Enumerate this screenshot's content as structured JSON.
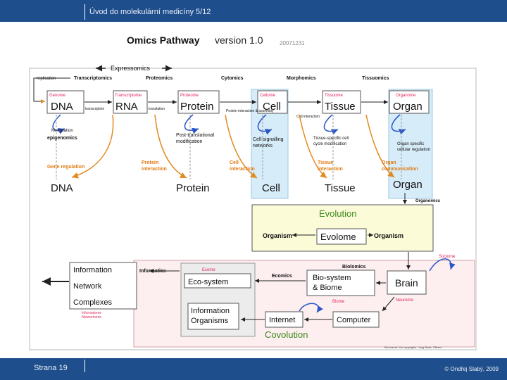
{
  "header": {
    "title": "Úvod do molekulární medicíny 5/12"
  },
  "footer": {
    "page": "Strana 19",
    "copyright": "© Ondřej Slabý, 2009"
  },
  "figure": {
    "title": "Omics Pathway",
    "version": "version 1.0",
    "date": "20071231",
    "expressomics": "Expressomics",
    "stages": [
      "Transcriptomics",
      "Proteomics",
      "Cytomics",
      "Morphomics",
      "Tissuomics"
    ],
    "replication": "replication",
    "ome_labels": [
      "Genome",
      "Transcriptome",
      "Proteome",
      "Cellome",
      "Tissuome",
      "Organome"
    ],
    "entities": [
      "DNA",
      "RNA",
      "Protein",
      "Cell",
      "Tissue",
      "Organ"
    ],
    "transitions": [
      "transcription",
      "translation",
      "Protein interaction & assembly",
      "Cell interaction"
    ],
    "methylation": "Methylation",
    "epigenomics": "epigenomics",
    "post_translational": [
      "Post-translational",
      "modification"
    ],
    "cell_signalling": [
      "Cell-signalling",
      "networks"
    ],
    "tissue_specific": [
      "Tissue-specific cell",
      "cycle modification"
    ],
    "organ_specific": [
      "Organ specific",
      "cellular regulation"
    ],
    "gene_regulation": "Gene regulation",
    "protein_interaction": [
      "Protein",
      "interaction"
    ],
    "cell_interaction": [
      "Cell",
      "interaction"
    ],
    "tissue_interaction": [
      "Tissue",
      "interaction"
    ],
    "organ_communication": [
      "Organ",
      "communication"
    ],
    "bottom_row": [
      "DNA",
      "Protein",
      "Cell",
      "Tissue",
      "Organ"
    ],
    "organomics": "Organomics",
    "evolution": "Evolution",
    "organism_left": "Organism",
    "evolome": "Evolome",
    "organism_right": "Organism",
    "sociome": "Sociome",
    "biolomics": "Biolomics",
    "informatics": "Informatics",
    "info_box": [
      "Information",
      "Network",
      "Complexes"
    ],
    "informatome": [
      "Informatome",
      "Networkome"
    ],
    "ecome": "Ecome",
    "ecosystem": "Eco-system",
    "ecomics": "Ecomics",
    "biosystem": [
      "Bio-system",
      "& Biome"
    ],
    "biome": "Biome",
    "brain": "Brain",
    "neurome": "Neurome",
    "info_organisms": [
      "Information",
      "Organisms"
    ],
    "internet": "Internet",
    "computer": "Computer",
    "covolution": "Covolution",
    "credit": "BioLiverse. No copyrights. Jong Bhak, ©Bixxo"
  }
}
